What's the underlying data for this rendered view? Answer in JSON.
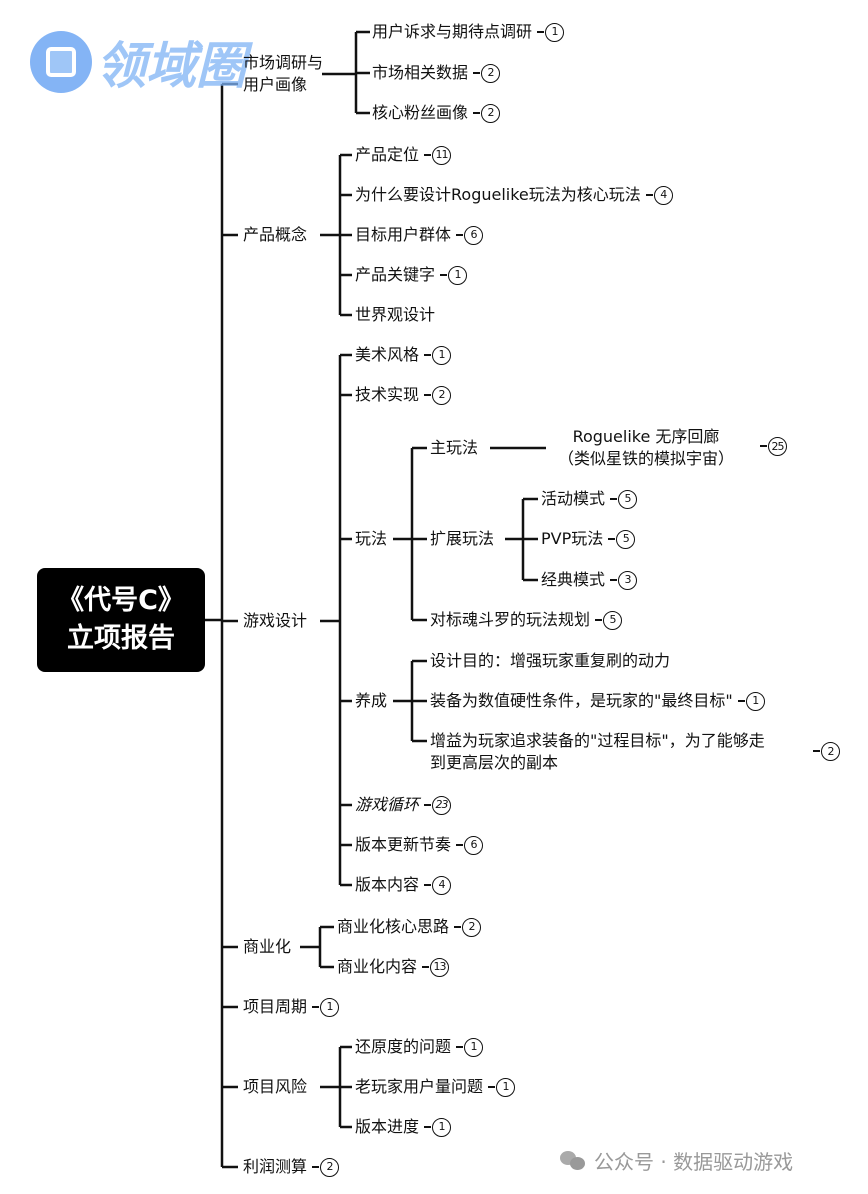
{
  "root": {
    "line1": "《代号C》",
    "line2": "立项报告"
  },
  "watermark_logo": "领域圈",
  "footer": {
    "text": "公众号 · 数据驱动游戏"
  },
  "market": {
    "label1": "市场调研与",
    "label2": "用户画像",
    "items": [
      {
        "label": "用户诉求与期待点调研",
        "count": "1"
      },
      {
        "label": "市场相关数据",
        "count": "2"
      },
      {
        "label": "核心粉丝画像",
        "count": "2"
      }
    ]
  },
  "concept": {
    "label": "产品概念",
    "items": [
      {
        "label": "产品定位",
        "count": "11"
      },
      {
        "label": "为什么要设计Roguelike玩法为核心玩法",
        "count": "4"
      },
      {
        "label": "目标用户群体",
        "count": "6"
      },
      {
        "label": "产品关键字",
        "count": "1"
      },
      {
        "label": "世界观设计"
      }
    ]
  },
  "design": {
    "label": "游戏设计",
    "items": [
      {
        "label": "美术风格",
        "count": "1"
      },
      {
        "label": "技术实现",
        "count": "2"
      },
      {
        "label": "玩法"
      },
      {
        "label": "养成"
      },
      {
        "label": "游戏循环",
        "count": "23"
      },
      {
        "label": "版本更新节奏",
        "count": "6"
      },
      {
        "label": "版本内容",
        "count": "4"
      }
    ],
    "gameplay": {
      "main": {
        "label": "主玩法",
        "detail1": "Roguelike 无序回廊",
        "detail2": "（类似星铁的模拟宇宙）",
        "count": "25"
      },
      "ext": {
        "label": "扩展玩法",
        "items": [
          {
            "label": "活动模式",
            "count": "5"
          },
          {
            "label": "PVP玩法",
            "count": "5"
          },
          {
            "label": "经典模式",
            "count": "3"
          }
        ]
      },
      "bench": {
        "label": "对标魂斗罗的玩法规划",
        "count": "5"
      }
    },
    "growth": [
      {
        "label": "设计目的：增强玩家重复刷的动力"
      },
      {
        "label": "装备为数值硬性条件，是玩家的\"最终目标\"",
        "count": "1"
      },
      {
        "label1": "增益为玩家追求装备的\"过程目标\"，为了能够走",
        "label2": "到更高层次的副本",
        "count": "2"
      }
    ]
  },
  "biz": {
    "label": "商业化",
    "items": [
      {
        "label": "商业化核心思路",
        "count": "2"
      },
      {
        "label": "商业化内容",
        "count": "13"
      }
    ]
  },
  "cycle": {
    "label": "项目周期",
    "count": "1"
  },
  "risk": {
    "label": "项目风险",
    "items": [
      {
        "label": "还原度的问题",
        "count": "1"
      },
      {
        "label": "老玩家用户量问题",
        "count": "1"
      },
      {
        "label": "版本进度",
        "count": "1"
      }
    ]
  },
  "profit": {
    "label": "利润测算",
    "count": "2"
  }
}
